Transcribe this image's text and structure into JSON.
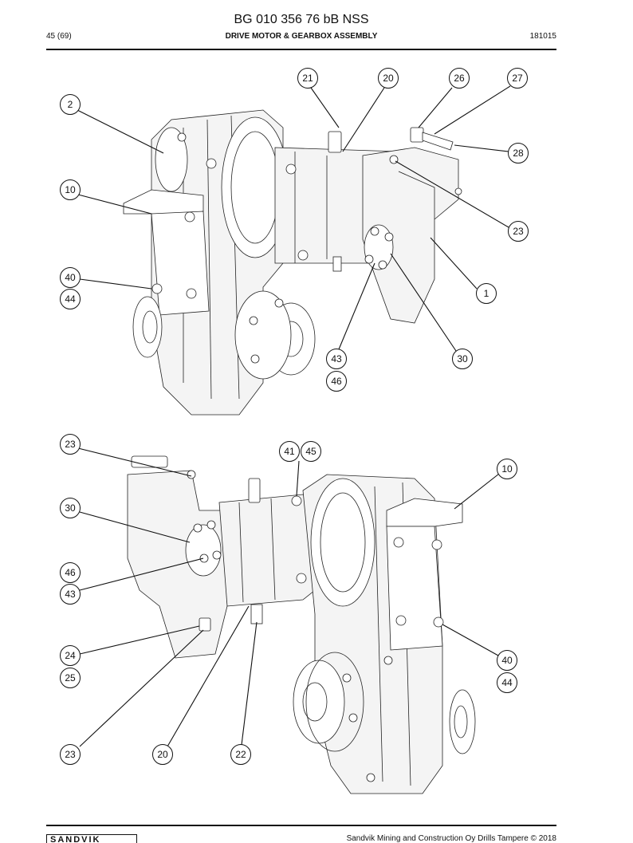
{
  "header": {
    "doc_number": "BG 010 356 76 bB NSS",
    "page_ref": "45 (69)",
    "section_title": "DRIVE MOTOR & GEARBOX ASSEMBLY",
    "revision": "181015"
  },
  "figure_top": {
    "callouts": [
      "21",
      "20",
      "26",
      "27",
      "2",
      "28",
      "10",
      "23",
      "40",
      "44",
      "1",
      "43",
      "30",
      "46"
    ]
  },
  "figure_bottom": {
    "callouts": [
      "23",
      "41",
      "45",
      "10",
      "30",
      "46",
      "43",
      "24",
      "40",
      "25",
      "44",
      "23",
      "20",
      "22"
    ]
  },
  "footer": {
    "logo_text": "SANDVIK",
    "copyright": "Sandvik Mining and Construction Oy Drills Tampere © 2018"
  }
}
